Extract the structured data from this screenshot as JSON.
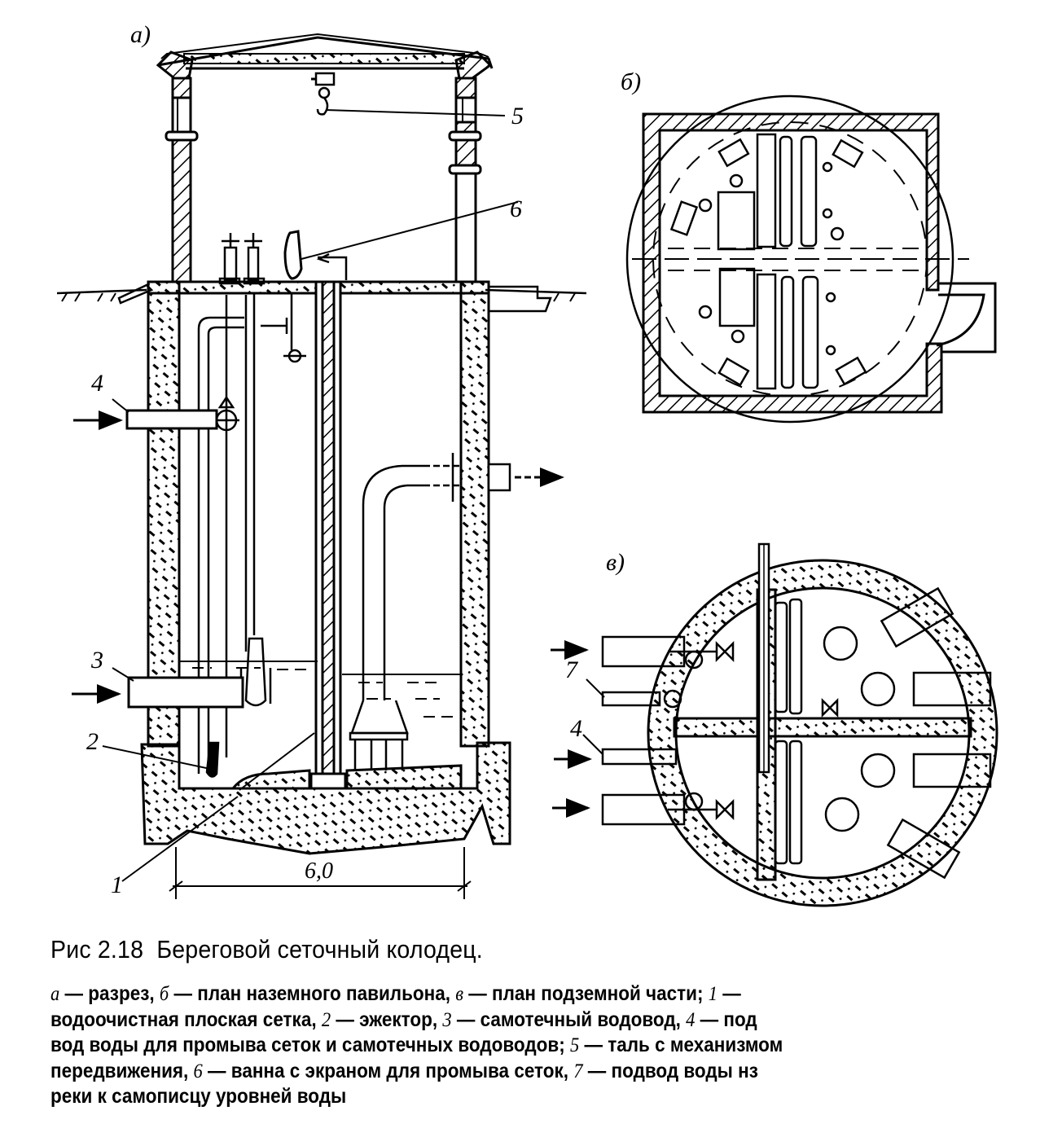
{
  "figure": {
    "number": "Рис 2.18",
    "title": "Береговой сеточный колодец.",
    "colors": {
      "ink": "#000000",
      "paper": "#ffffff"
    }
  },
  "panels": {
    "a": {
      "label": "а)",
      "description": "разрез"
    },
    "b": {
      "label": "б)",
      "description": "план наземного павильона"
    },
    "v": {
      "label": "в)",
      "description": "план подземной части"
    }
  },
  "callouts": {
    "a": [
      "1",
      "2",
      "3",
      "4",
      "5",
      "6"
    ],
    "v": [
      "7",
      "4"
    ]
  },
  "dimension": {
    "value": "6,0"
  },
  "legend": {
    "lines": [
      [
        {
          "t": "а",
          "i": true
        },
        {
          "t": " — разрез, "
        },
        {
          "t": "б",
          "i": true
        },
        {
          "t": " — план наземного павильона, "
        },
        {
          "t": "в",
          "i": true
        },
        {
          "t": " — план подземной части; "
        },
        {
          "t": "1",
          "i": true
        },
        {
          "t": " —"
        }
      ],
      [
        {
          "t": "водоочистная плоская сетка, "
        },
        {
          "t": "2",
          "i": true
        },
        {
          "t": " — эжектор, "
        },
        {
          "t": "3",
          "i": true
        },
        {
          "t": " — самотечный водовод, "
        },
        {
          "t": "4",
          "i": true
        },
        {
          "t": " — под"
        }
      ],
      [
        {
          "t": "вод воды для промыва сеток и самотечных водоводов; "
        },
        {
          "t": "5",
          "i": true
        },
        {
          "t": " — таль с механизмом"
        }
      ],
      [
        {
          "t": "передвижения, "
        },
        {
          "t": "6",
          "i": true
        },
        {
          "t": " — ванна с экраном для промыва сеток, "
        },
        {
          "t": "7",
          "i": true
        },
        {
          "t": " — подвод воды нз"
        }
      ],
      [
        {
          "t": "реки к самописцу уровней воды"
        }
      ]
    ],
    "items": [
      {
        "key": "а",
        "text": "разрез"
      },
      {
        "key": "б",
        "text": "план наземного павильона"
      },
      {
        "key": "в",
        "text": "план подземной части"
      },
      {
        "key": "1",
        "text": "водоочистная плоская сетка"
      },
      {
        "key": "2",
        "text": "эжектор"
      },
      {
        "key": "3",
        "text": "самотечный водовод"
      },
      {
        "key": "4",
        "text": "подвод воды для промыва сеток и самотечных водоводов"
      },
      {
        "key": "5",
        "text": "таль с механизмом передвижения"
      },
      {
        "key": "6",
        "text": "ванна с экраном для промыва сеток"
      },
      {
        "key": "7",
        "text": "подвод воды нз реки к самописцу уровней воды"
      }
    ]
  }
}
